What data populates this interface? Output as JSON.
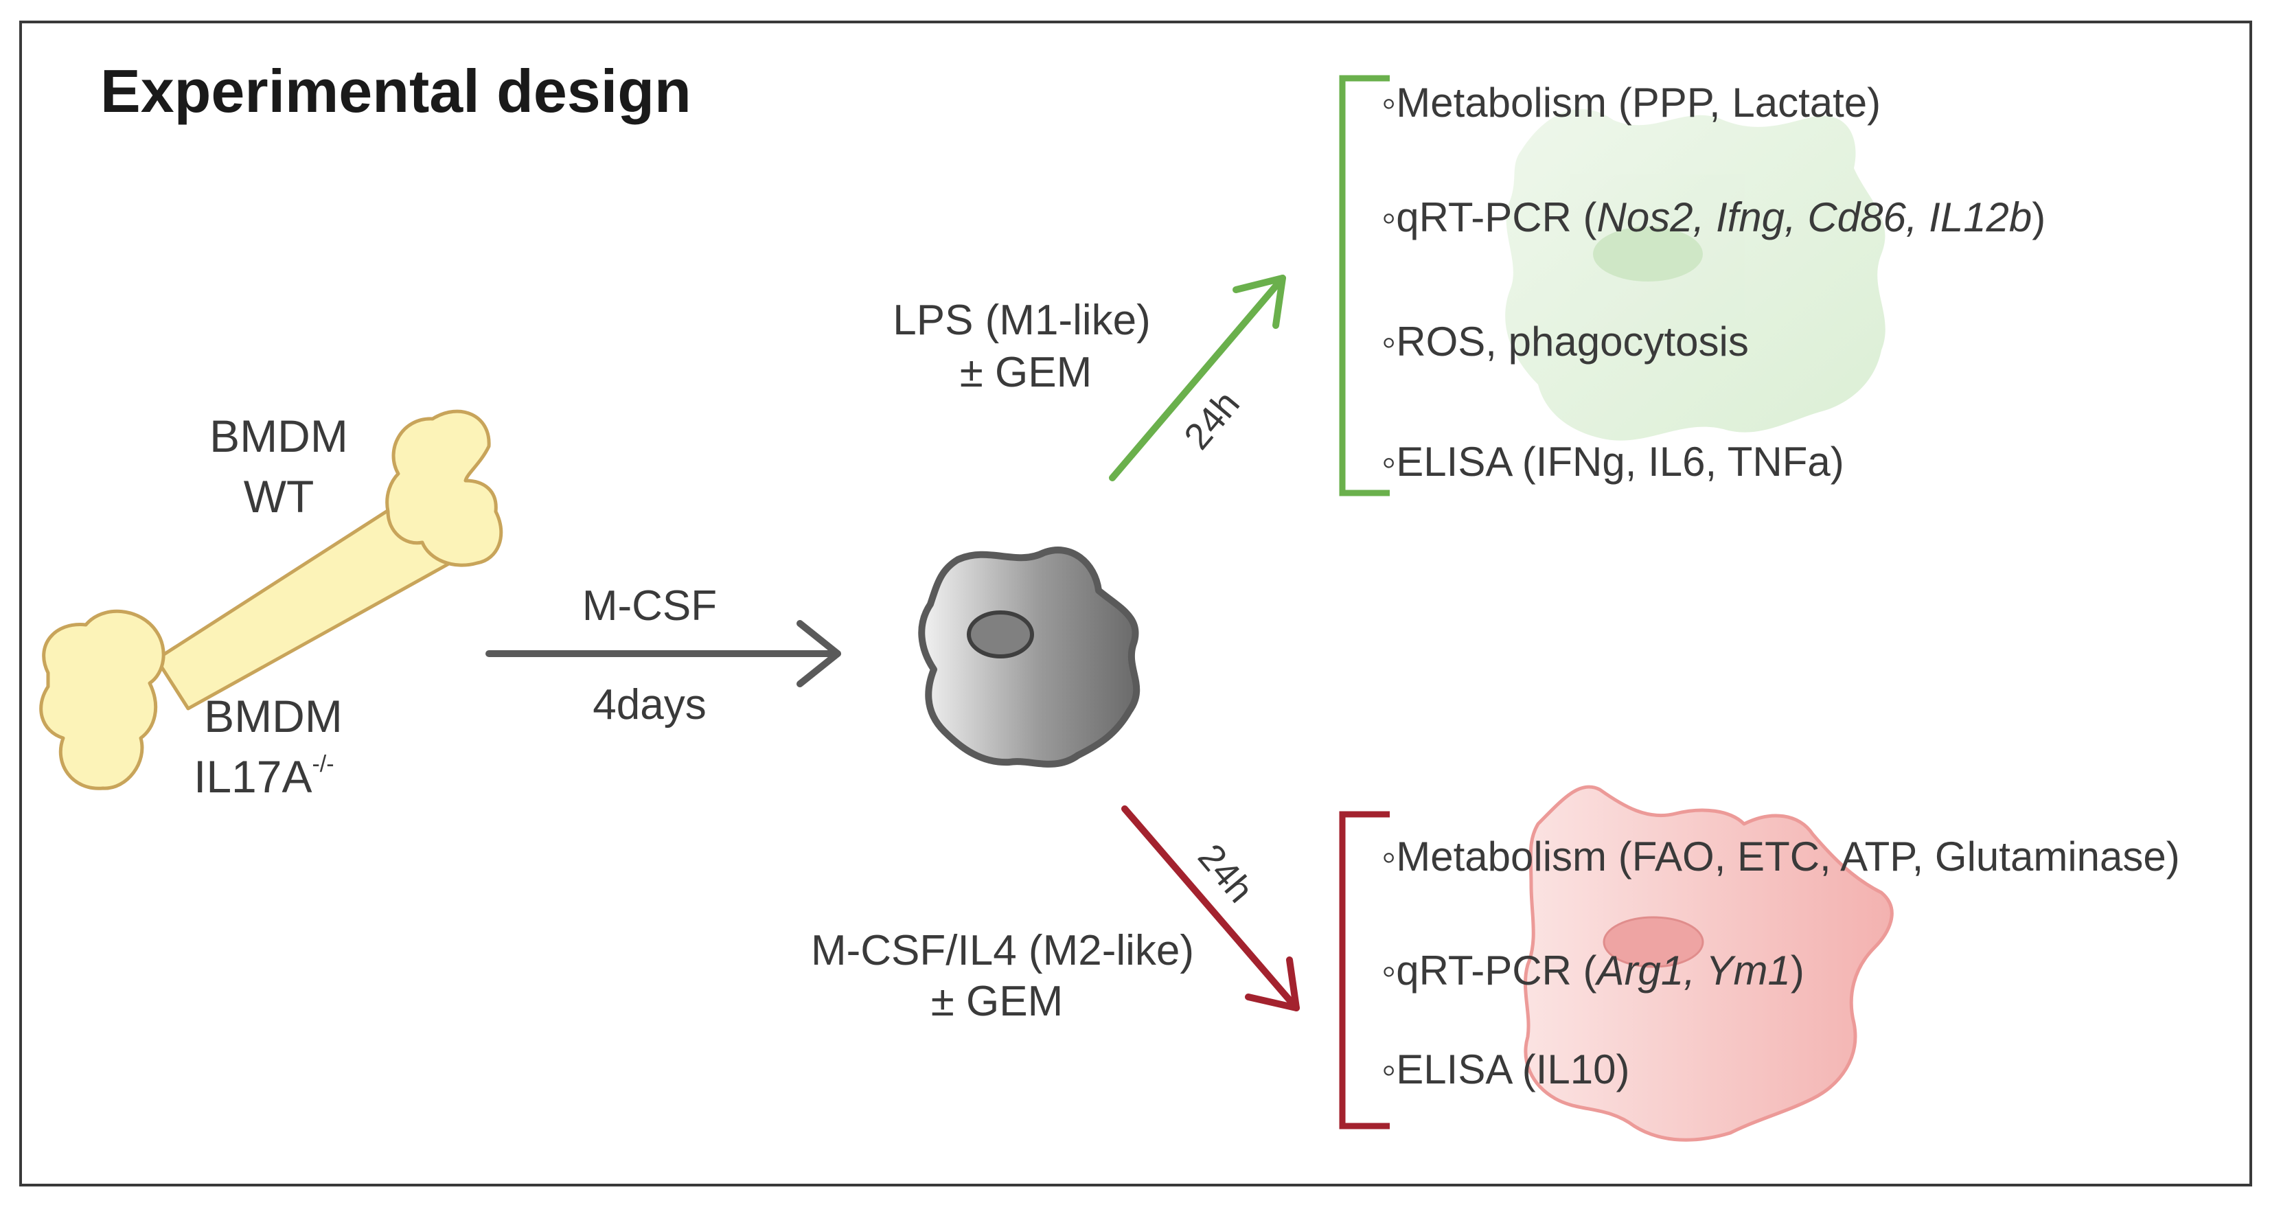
{
  "title": "Experimental design",
  "source": {
    "wt_line1": "BMDM",
    "wt_line2": "WT",
    "ko_line1": "BMDM",
    "ko_line2": "IL17A",
    "ko_superscript": "-/-"
  },
  "differentiation": {
    "factor": "M-CSF",
    "duration": "4days"
  },
  "m1_branch": {
    "condition_line1": "LPS (M1-like)",
    "condition_line2": "± GEM",
    "time": "24h",
    "color": "#6ab04c",
    "readouts": [
      {
        "prefix": "◦Metabolism (PPP, Lactate)",
        "italic": "",
        "suffix": ""
      },
      {
        "prefix": "◦qRT-PCR (",
        "italic": "Nos2, Ifng, Cd86, IL12b",
        "suffix": ")"
      },
      {
        "prefix": "◦ROS, phagocytosis",
        "italic": "",
        "suffix": ""
      },
      {
        "prefix": "◦ELISA (IFNg, IL6, TNFa)",
        "italic": "",
        "suffix": ""
      }
    ]
  },
  "m2_branch": {
    "condition_line1": "M-CSF/IL4 (M2-like)",
    "condition_line2": "± GEM",
    "time": "24h",
    "color": "#a3222e",
    "readouts": [
      {
        "prefix": "◦Metabolism (FAO, ETC, ATP, Glutaminase)",
        "italic": "",
        "suffix": ""
      },
      {
        "prefix": "◦qRT-PCR (",
        "italic": "Arg1, Ym1",
        "suffix": ")"
      },
      {
        "prefix": "◦ELISA (IL10)",
        "italic": "",
        "suffix": ""
      }
    ]
  }
}
